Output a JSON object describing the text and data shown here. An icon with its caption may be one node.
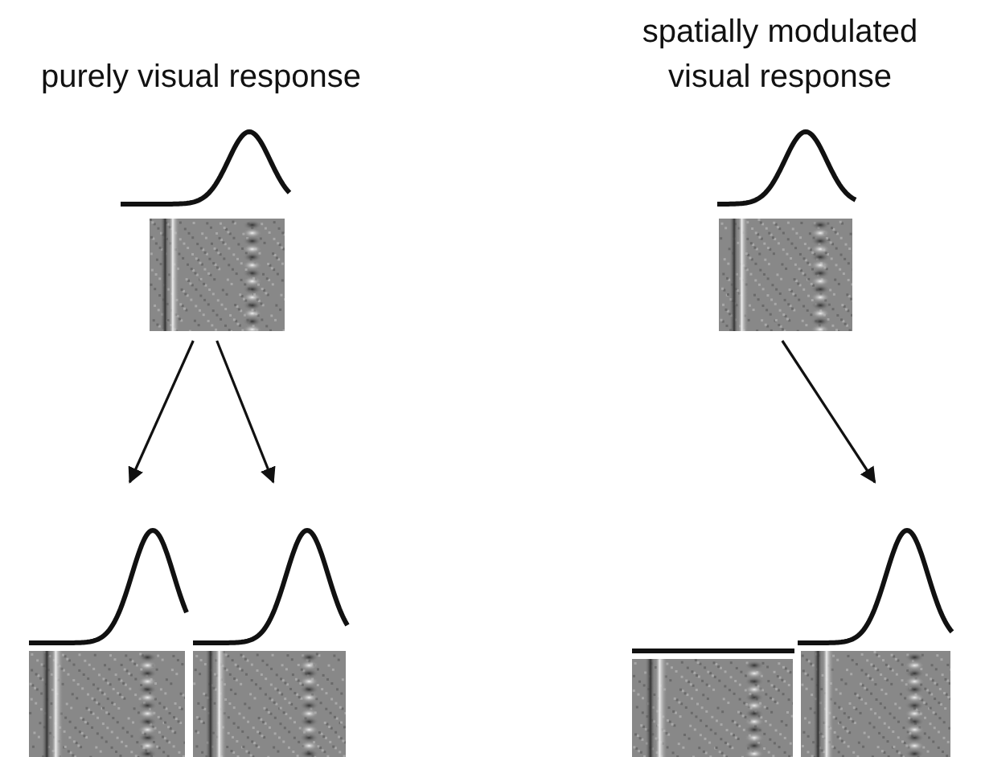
{
  "diagram": {
    "nodes": [
      {
        "text": [],
        "shape": "picture"
      },
      {
        "text": [],
        "shape": "picture"
      },
      {
        "text": [],
        "shape": "picture"
      },
      {
        "text": [],
        "shape": "picture"
      },
      {
        "text": [],
        "shape": "picture"
      },
      {
        "text": [],
        "shape": "picture"
      }
    ],
    "edges": [
      {
        "from": 0,
        "to": 1,
        "arrow": "to"
      },
      {
        "from": 0,
        "to": 2,
        "arrow": "to"
      },
      {
        "from": 3,
        "to": 5,
        "arrow": "to"
      }
    ],
    "labels": [
      "purely visual response",
      "spatially modulated visual response"
    ]
  }
}
